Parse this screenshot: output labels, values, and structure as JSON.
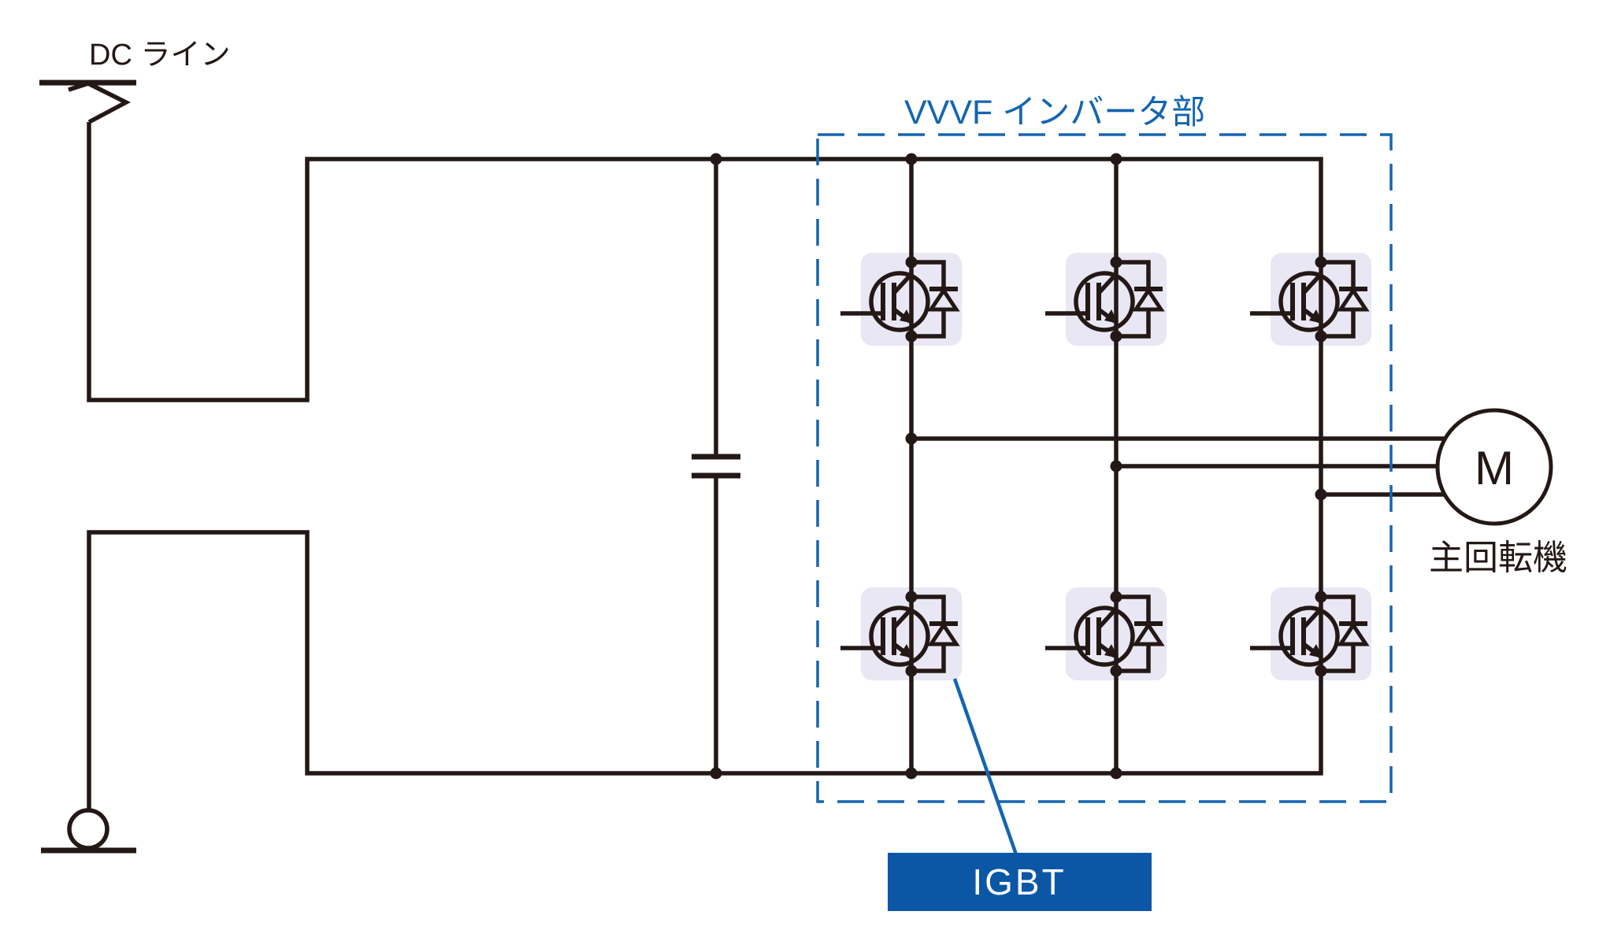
{
  "diagram": {
    "type": "circuit-diagram",
    "subject": "VVVF inverter traction circuit",
    "labels": {
      "dc_line": "DC ライン",
      "inverter_section": "VVVF インバータ部",
      "motor_symbol": "M",
      "motor_label": "主回転機",
      "igbt_callout": "IGBT"
    },
    "colors": {
      "line-black": "#231815",
      "accent-blue": "#1565b0",
      "igbt-box-blue": "#0b57a6",
      "cell-fill": "#e9e7f3",
      "label-white": "#ffffff",
      "background": "#ffffff"
    },
    "components": {
      "pantograph_icon": "dc-line-feed",
      "filter_capacitor_count": 1,
      "igbt_switch_count": 6,
      "freewheel_diode_count": 6,
      "inverter_phase_legs": 3,
      "motor_count": 1,
      "wheel_ground_return_count": 1
    }
  }
}
